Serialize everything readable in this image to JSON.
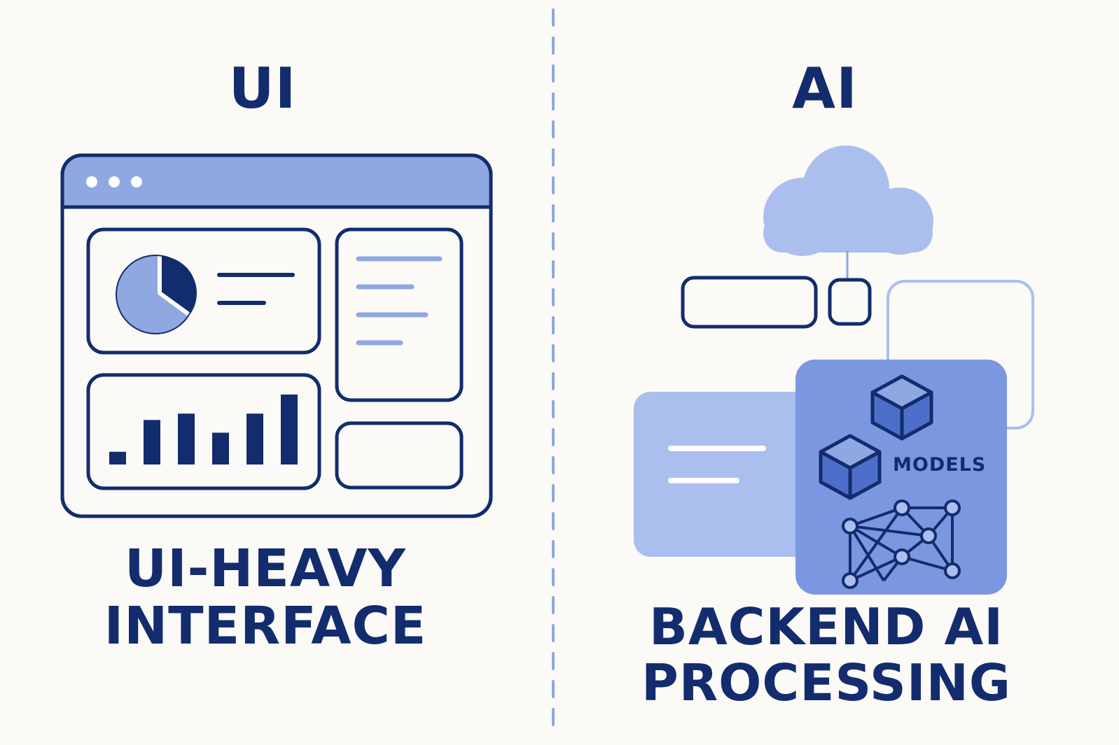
{
  "left_panel": {
    "title": "UI",
    "caption_line1": "UI-HEAVY",
    "caption_line2": "INTERFACE"
  },
  "right_panel": {
    "title": "AI",
    "models_label": "MODELS",
    "caption_line1": "BACKEND AI",
    "caption_line2": "PROCESSING"
  },
  "colors": {
    "navy": "#132c6e",
    "accent": "#8fa8e2",
    "light_accent": "#aabfee",
    "mid_accent": "#7b97df",
    "background": "#fbfaf6"
  },
  "bar_chart": {
    "values": [
      2,
      7,
      8,
      5,
      8,
      11
    ]
  },
  "pie_chart": {
    "dark_slice_fraction": 0.35
  }
}
